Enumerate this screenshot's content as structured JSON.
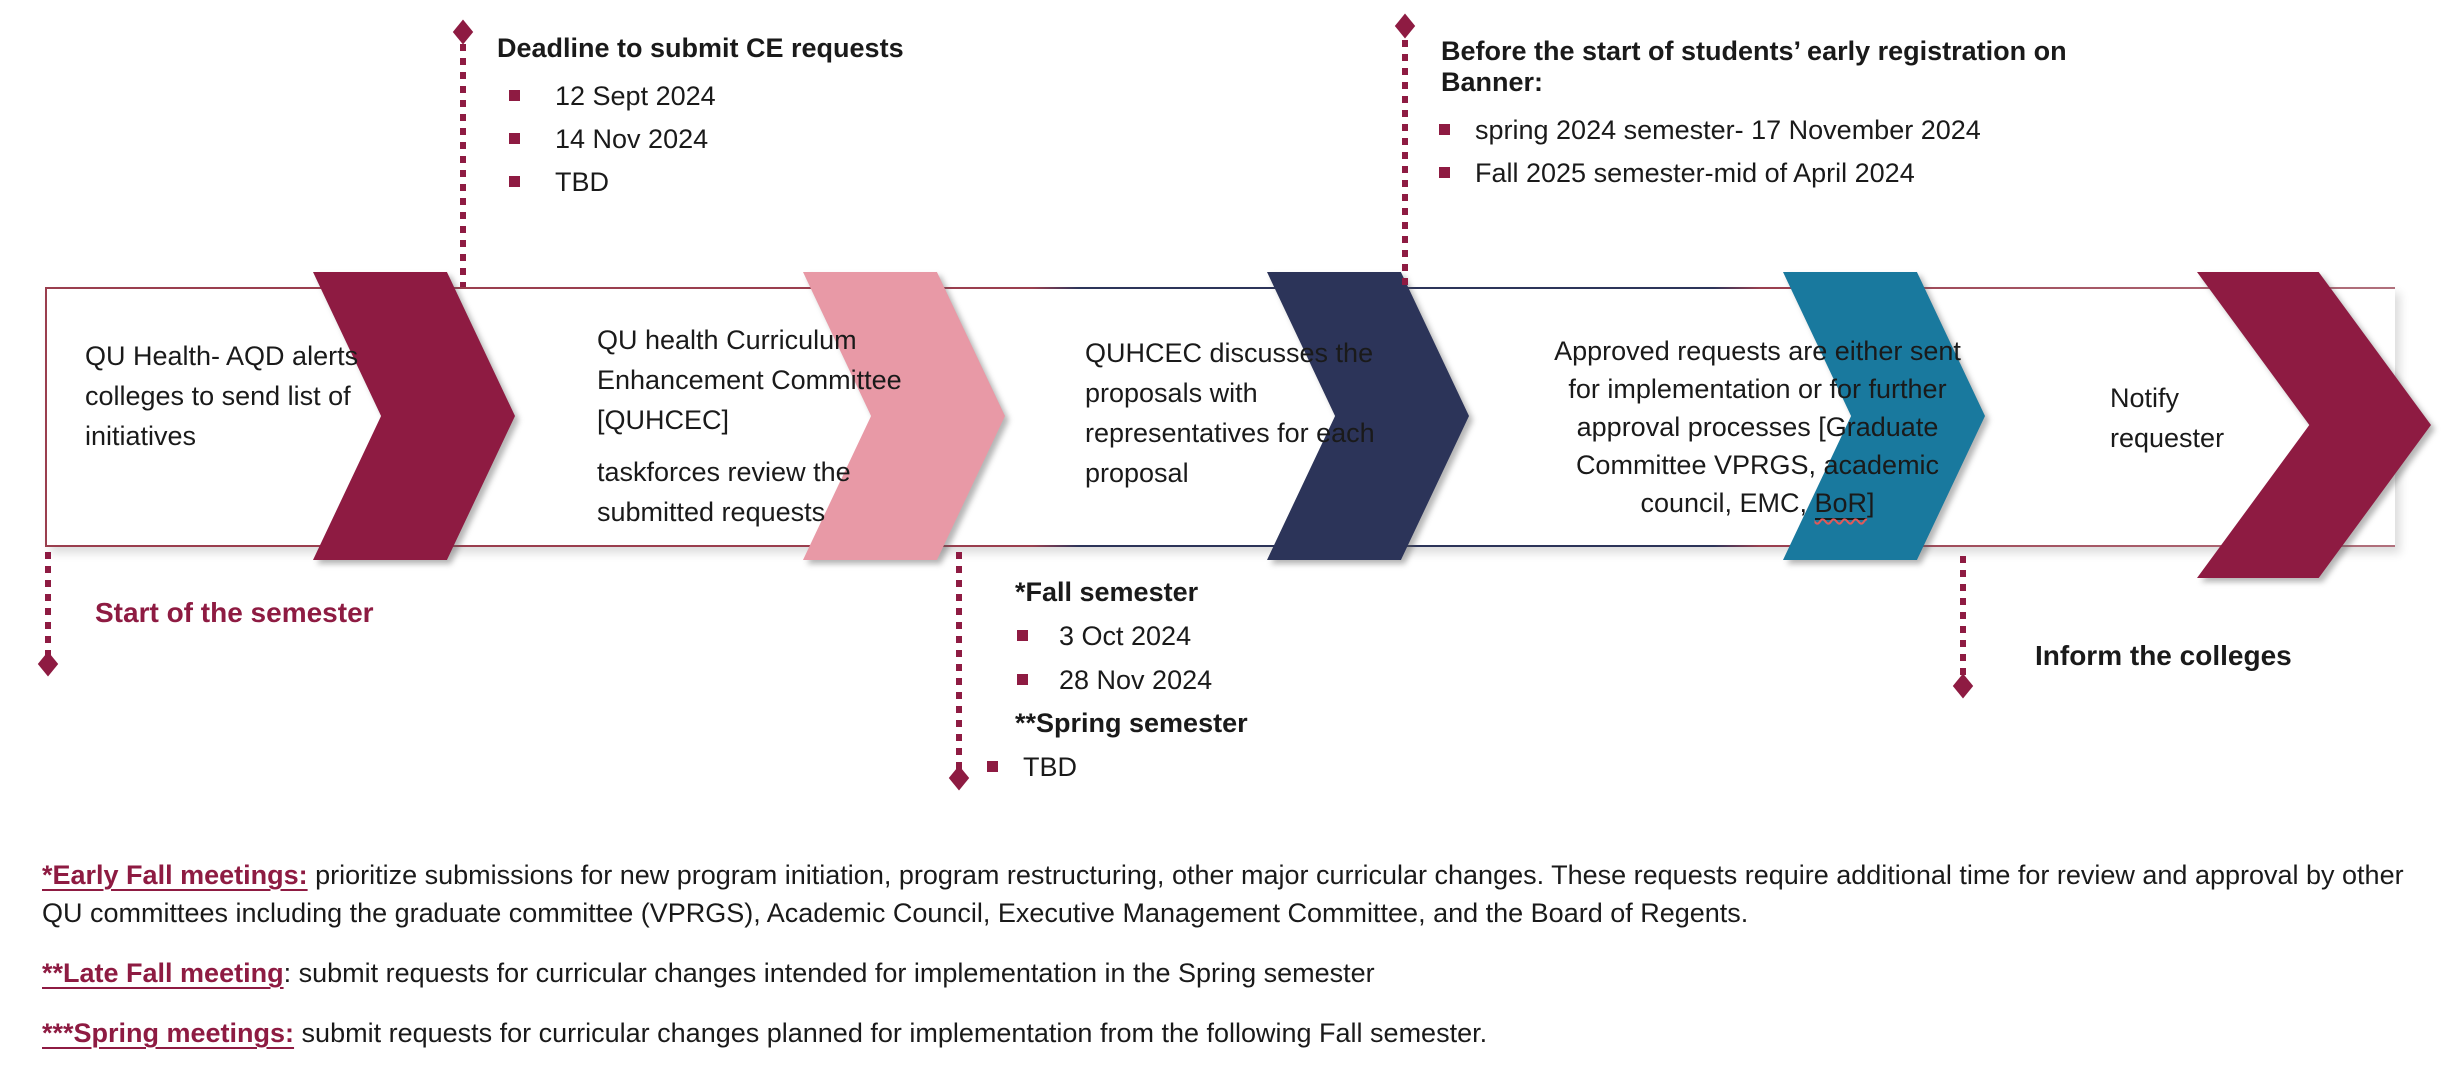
{
  "colors": {
    "maroon": "#8E1B42",
    "pink": "#E899A6",
    "navy": "#2C3459",
    "teal": "#19799E",
    "ink": "#1A1A1A",
    "edge_red": "#9A3E4E"
  },
  "flow": {
    "chevrons": [
      "#8E1B42",
      "#E899A6",
      "#2C3459",
      "#19799E",
      "#8E1B42"
    ],
    "steps": {
      "s1": "QU Health- AQD alerts colleges to send list of initiatives",
      "s2a": "QU health Curriculum Enhancement Committee [QUHCEC]",
      "s2b": "taskforces review the submitted requests",
      "s3": "QUHCEC discusses the proposals with representatives for each proposal",
      "s4_pre": "Approved requests are either sent for implementation or for further approval processes [Graduate Committee VPRGS, academic council, EMC, ",
      "s4_underlined": "BoR",
      "s4_post": "]",
      "s5": "Notify requester"
    }
  },
  "callouts": {
    "top_left": {
      "title": "Deadline to submit CE requests",
      "items": [
        "12 Sept 2024",
        "14 Nov 2024",
        "TBD"
      ]
    },
    "top_right": {
      "title": "Before the start of students’ early registration on Banner:",
      "items": [
        "spring 2024 semester- 17 November 2024",
        "Fall 2025 semester-mid of April 2024"
      ]
    },
    "bottom_left": {
      "title": "Start of the semester"
    },
    "bottom_middle": {
      "fall_title": "*Fall semester",
      "fall_items": [
        "3 Oct 2024",
        "28 Nov 2024"
      ],
      "spring_title": "**Spring semester",
      "spring_items": [
        "TBD"
      ]
    },
    "bottom_right": {
      "title": "Inform the colleges"
    }
  },
  "footnotes": [
    {
      "lead": "*Early Fall meetings:",
      "text": " prioritize submissions for new program initiation, program restructuring, other major curricular changes. These requests require additional time for review and approval by other QU committees including the graduate committee (VPRGS), Academic Council, Executive Management Committee, and the Board of Regents."
    },
    {
      "lead": "**Late Fall meeting",
      "text": ": submit requests for curricular changes intended for implementation in the Spring semester"
    },
    {
      "lead": "***Spring meetings:",
      "text": " submit requests for curricular changes planned for implementation from the following Fall semester."
    }
  ]
}
